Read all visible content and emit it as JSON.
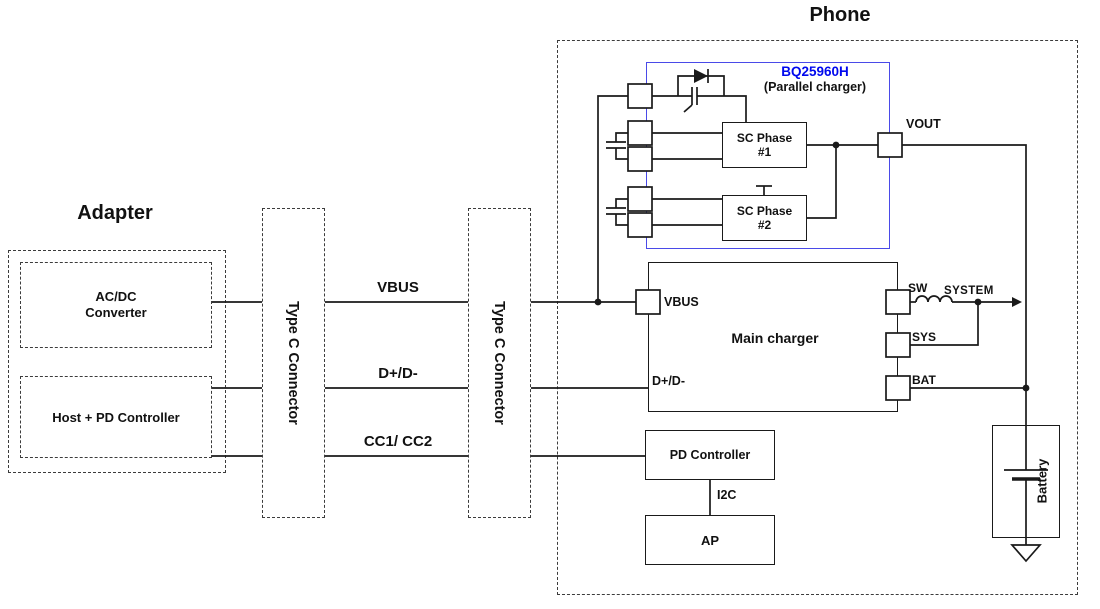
{
  "titles": {
    "adapter": "Adapter",
    "phone": "Phone"
  },
  "adapter": {
    "acdc_line1": "AC/DC",
    "acdc_line2": "Converter",
    "host_pd": "Host + PD Controller"
  },
  "connectors": {
    "left": "Type C Connector",
    "right": "Type C Connector"
  },
  "buses": {
    "vbus": "VBUS",
    "data": "D+/D-",
    "cc": "CC1/ CC2"
  },
  "bq": {
    "title": "BQ25960H",
    "subtitle": "(Parallel charger)",
    "phase1_line1": "SC Phase",
    "phase1_line2": "#1",
    "phase2_line1": "SC Phase",
    "phase2_line2": "#2",
    "vout_label": "VOUT"
  },
  "main_charger": {
    "title": "Main charger",
    "vbus": "VBUS",
    "data": "D+/D-",
    "sw": "SW",
    "sys": "SYS",
    "bat": "BAT",
    "system": "SYSTEM"
  },
  "pd": {
    "title": "PD Controller",
    "i2c": "I2C",
    "ap": "AP"
  },
  "battery": {
    "label": "Battery"
  },
  "colors": {
    "bq_border": "#4a4ae8",
    "bq_title_text": "#0008ee",
    "wire": "#1a1a1a",
    "background": "#ffffff"
  }
}
